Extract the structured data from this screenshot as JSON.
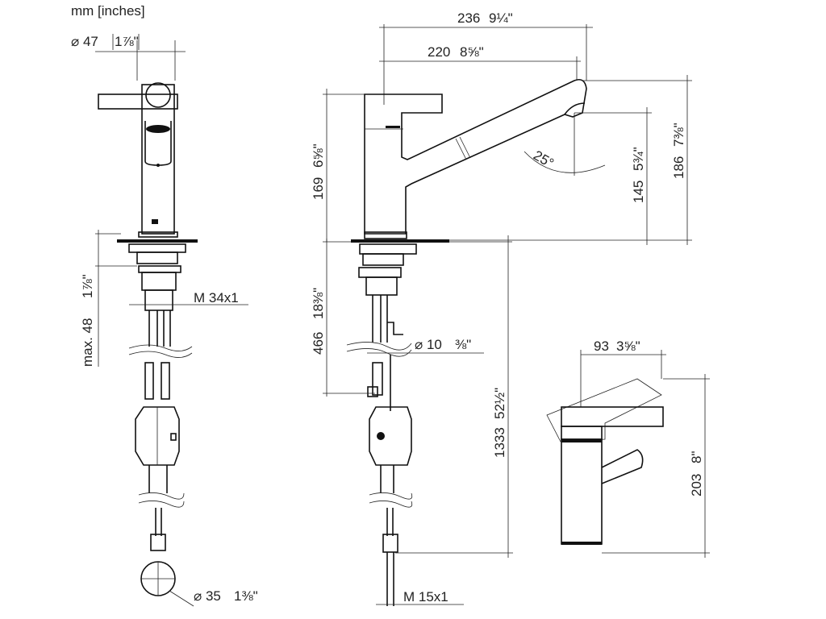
{
  "units_label": "mm [inches]",
  "dimensions": {
    "diameter_47": {
      "mm": "⌀ 47",
      "inch": "1⅞\""
    },
    "width_236": {
      "mm": "236",
      "inch": "9¼\""
    },
    "width_220": {
      "mm": "220",
      "inch": "8⅝\""
    },
    "height_169": {
      "mm": "169",
      "inch": "6⅝\""
    },
    "height_145": {
      "mm": "145",
      "inch": "5¾\""
    },
    "height_186": {
      "mm": "186",
      "inch": "7⅜\""
    },
    "angle_25": {
      "text": "25°"
    },
    "thickness_max48": {
      "mm": "max. 48",
      "inch": "1⅞\""
    },
    "thread_m34": {
      "text": "M 34x1"
    },
    "depth_466": {
      "mm": "466",
      "inch": "18⅜\""
    },
    "diameter_10": {
      "mm": "⌀ 10",
      "inch": "⅜\""
    },
    "length_1333": {
      "mm": "1333",
      "inch": "52½\""
    },
    "width_93": {
      "mm": "93",
      "inch": "3⅝\""
    },
    "height_203": {
      "mm": "203",
      "inch": "8\""
    },
    "diameter_35": {
      "mm": "⌀ 35",
      "inch": "1⅜\""
    },
    "thread_m15": {
      "text": "M 15x1"
    }
  }
}
